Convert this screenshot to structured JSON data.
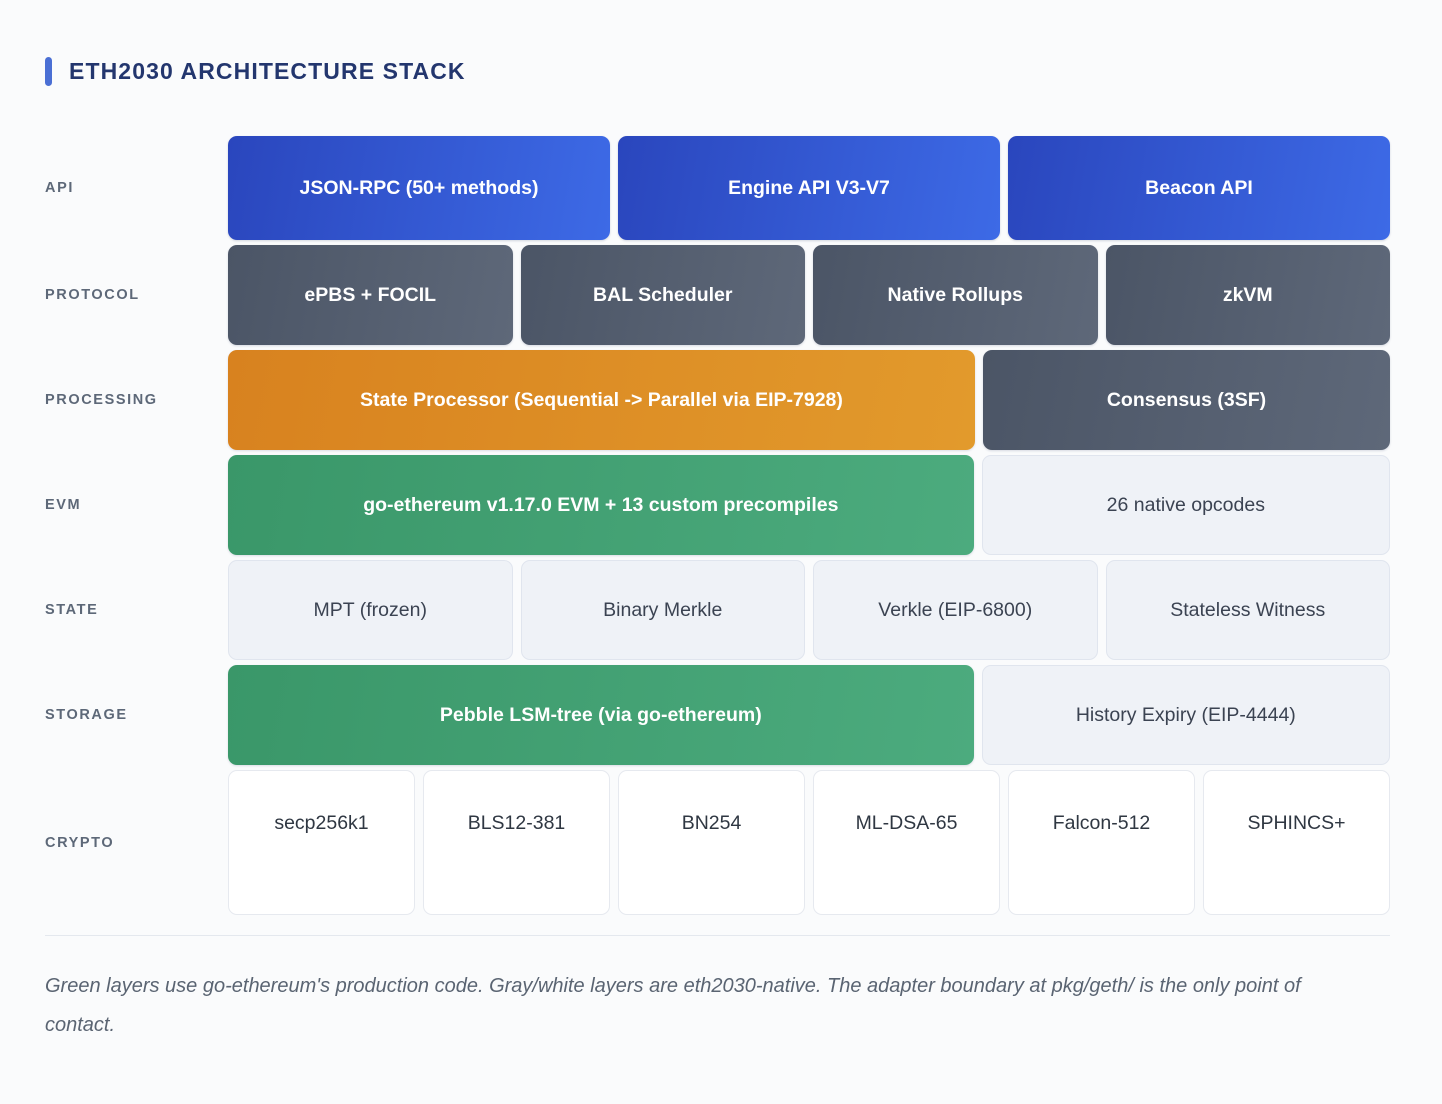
{
  "header": {
    "title": "ETH2030 ARCHITECTURE STACK",
    "accent_color": "#4a6fd4",
    "title_color": "#23366e"
  },
  "palette": {
    "background": "#f7f8fa",
    "blue_from": "#2a46bd",
    "blue_to": "#3d6ae6",
    "gray_from": "#4b5566",
    "gray_to": "#5e6879",
    "orange_from": "#d8821f",
    "orange_to": "#e29a2c",
    "green_from": "#3a9769",
    "green_to": "#4cab7e",
    "light_fill": "#eff2f7",
    "white_fill": "#ffffff"
  },
  "rows": [
    {
      "label": "API",
      "blocks": [
        {
          "text": "JSON-RPC (50+ methods)",
          "style": "blue",
          "weight": "f1"
        },
        {
          "text": "Engine API V3-V7",
          "style": "blue",
          "weight": "f1"
        },
        {
          "text": "Beacon API",
          "style": "blue",
          "weight": "f1"
        }
      ]
    },
    {
      "label": "PROTOCOL",
      "blocks": [
        {
          "text": "ePBS + FOCIL",
          "style": "gray",
          "weight": "f1"
        },
        {
          "text": "BAL Scheduler",
          "style": "gray",
          "weight": "f1"
        },
        {
          "text": "Native Rollups",
          "style": "gray",
          "weight": "f1"
        },
        {
          "text": "zkVM",
          "style": "gray",
          "weight": "f1"
        }
      ]
    },
    {
      "label": "PROCESSING",
      "blocks": [
        {
          "text": "State Processor (Sequential -> Parallel via EIP-7928)",
          "style": "orange",
          "weight": "f-wide"
        },
        {
          "text": "Consensus (3SF)",
          "style": "gray",
          "weight": "f-narrow"
        }
      ]
    },
    {
      "label": "EVM",
      "blocks": [
        {
          "text": "go-ethereum v1.17.0 EVM + 13 custom precompiles",
          "style": "green",
          "weight": "f-wide"
        },
        {
          "text": "26 native opcodes",
          "style": "light",
          "weight": "f-narrow"
        }
      ]
    },
    {
      "label": "STATE",
      "blocks": [
        {
          "text": "MPT (frozen)",
          "style": "light",
          "weight": "f1"
        },
        {
          "text": "Binary Merkle",
          "style": "light",
          "weight": "f1"
        },
        {
          "text": "Verkle (EIP-6800)",
          "style": "light",
          "weight": "f1"
        },
        {
          "text": "Stateless Witness",
          "style": "light",
          "weight": "f1"
        }
      ]
    },
    {
      "label": "STORAGE",
      "blocks": [
        {
          "text": "Pebble LSM-tree (via go-ethereum)",
          "style": "green",
          "weight": "f-wide"
        },
        {
          "text": "History Expiry (EIP-4444)",
          "style": "light",
          "weight": "f-narrow"
        }
      ]
    },
    {
      "label": "CRYPTO",
      "blocks": [
        {
          "text": "secp256k1",
          "style": "white",
          "weight": "f1"
        },
        {
          "text": "BLS12-381",
          "style": "white",
          "weight": "f1"
        },
        {
          "text": "BN254",
          "style": "white",
          "weight": "f1"
        },
        {
          "text": "ML-DSA-65",
          "style": "white",
          "weight": "f1"
        },
        {
          "text": "Falcon-512",
          "style": "white",
          "weight": "f1"
        },
        {
          "text": "SPHINCS+",
          "style": "white",
          "weight": "f1"
        }
      ]
    }
  ],
  "footnote": "Green layers use go-ethereum's production code. Gray/white layers are eth2030-native. The adapter boundary at pkg/geth/ is the only point of contact."
}
